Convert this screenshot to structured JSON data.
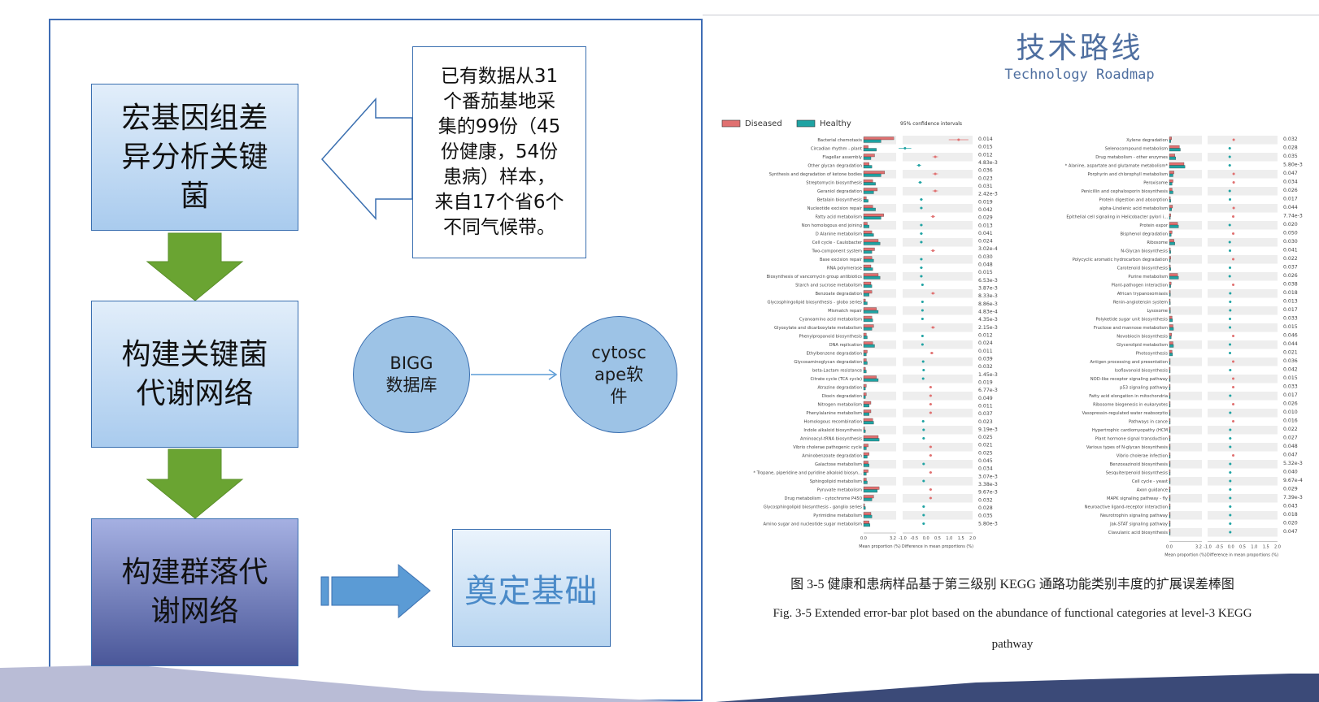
{
  "flow": {
    "box1_lines": [
      "宏基因组差",
      "异分析关键",
      "菌"
    ],
    "box2_lines": [
      "构建关键菌",
      "代谢网络"
    ],
    "box3_lines": [
      "构建群落代",
      "谢网络"
    ],
    "info_lines": [
      "已有数据从31",
      "个番茄基地采",
      "集的99份（45",
      "份健康，54份",
      "患病）样本，",
      "来自17个省6个",
      "不同气候带。"
    ],
    "circle1_lines": [
      "BIGG",
      "数据库"
    ],
    "circle2_lines": [
      "cytosc",
      "ape软",
      "件"
    ],
    "final_label": "奠定基础",
    "colors": {
      "arrow_green": "#6aa432",
      "arrow_blue": "#5b9bd5",
      "border": "#3a6fb0"
    }
  },
  "header": {
    "title": "技术路线",
    "subtitle": "Technology Roadmap"
  },
  "figure": {
    "caption_cn": "图 3-5 健康和患病样品基于第三级别 KEGG 通路功能类别丰度的扩展误差棒图",
    "caption_en": "Fig. 3-5 Extended error-bar plot based on the abundance of functional categories at level-3 KEGG",
    "caption_en2": "pathway"
  },
  "chart_data": {
    "type": "bar",
    "legend": {
      "diseased": "Diseased",
      "healthy": "Healthy",
      "ci": "95% confidence intervals",
      "placement": "top-left"
    },
    "colors": {
      "diseased": "#e07070",
      "healthy": "#1fa3a3"
    },
    "xlabel_bars": "Mean proportion (%)",
    "xlabel_diff": "Difference in mean proportions (%)",
    "bar_ticks": [
      "0.0",
      "3.2"
    ],
    "bar_range": [
      0,
      3.2
    ],
    "diff_ticks": [
      "-1.0",
      "-0.5",
      "0.0",
      "0.5",
      "1.0",
      "1.5",
      "2.0"
    ],
    "diff_range": [
      -1.0,
      2.0
    ],
    "panels": [
      {
        "rows": [
          [
            "Bacterial chemotaxis",
            3.3,
            1.9,
            1.4
          ],
          [
            "Circadian rhythm - plant",
            0.5,
            1.4,
            -0.9
          ],
          [
            "Flagellar assembly",
            1.2,
            0.8,
            0.4
          ],
          [
            "Other glycan degradation",
            0.6,
            0.9,
            -0.3
          ],
          [
            "Synthesis and degradation of ketone bodies",
            2.3,
            1.9,
            0.4
          ],
          [
            "Streptomycin biosynthesis",
            1.0,
            1.3,
            -0.25
          ],
          [
            "Geraniol degradation",
            1.5,
            1.1,
            0.4
          ],
          [
            "Betalain biosynthesis",
            0.3,
            0.5,
            -0.2
          ],
          [
            "Nucleotide excision repair",
            1.0,
            1.3,
            -0.2
          ],
          [
            "Fatty acid metabolism",
            2.2,
            1.9,
            0.3
          ],
          [
            "Non homologous end joining",
            0.4,
            0.6,
            -0.2
          ],
          [
            "D Alanine metabolism",
            0.9,
            1.1,
            -0.2
          ],
          [
            "Cell cycle - Caulobacter",
            1.6,
            1.8,
            -0.2
          ],
          [
            "Two-component system",
            1.2,
            0.9,
            0.3
          ],
          [
            "Base excision repair",
            0.9,
            1.1,
            -0.2
          ],
          [
            "RNA polymerase",
            0.8,
            1.0,
            -0.2
          ],
          [
            "Biosynthesis of vancomycin group antibiotics",
            1.6,
            1.8,
            -0.2
          ],
          [
            "Starch and sucrose metabolism",
            0.8,
            0.9,
            -0.15
          ],
          [
            "Benzoate degradation",
            0.9,
            0.6,
            0.3
          ],
          [
            "Glycosphingolipid biosynthesis - globo series",
            0.2,
            0.4,
            -0.15
          ],
          [
            "Mismatch repair",
            1.4,
            1.6,
            -0.15
          ],
          [
            "Cyanoamino acid metabolism",
            0.9,
            1.0,
            -0.15
          ],
          [
            "Glyoxylate and dicarboxylate metabolism",
            1.1,
            0.9,
            0.3
          ],
          [
            "Phenylpropanoid biosynthesis",
            0.3,
            0.4,
            -0.15
          ],
          [
            "DNA replication",
            1.0,
            1.2,
            -0.15
          ],
          [
            "Ethylbenzene degradation",
            0.4,
            0.3,
            0.25
          ],
          [
            "Glycosaminoglycan degradation",
            0.3,
            0.4,
            -0.12
          ],
          [
            "beta-Lactam resistance",
            0.2,
            0.3,
            -0.1
          ],
          [
            "Citrate cycle (TCA cycle)",
            1.4,
            1.6,
            -0.12
          ],
          [
            "Atrazine degradation",
            0.3,
            0.2,
            0.2
          ],
          [
            "Dioxin degradation",
            0.3,
            0.2,
            0.2
          ],
          [
            "Nitrogen metabolism",
            0.8,
            0.6,
            0.2
          ],
          [
            "Phenylalanine metabolism",
            0.8,
            0.6,
            0.2
          ],
          [
            "Homologous recombination",
            1.0,
            1.1,
            -0.12
          ],
          [
            "Indole alkaloid biosynthesis",
            0.1,
            0.2,
            -0.1
          ],
          [
            "Aminoacyl-tRNA biosynthesis",
            1.6,
            1.7,
            -0.1
          ],
          [
            "Vibrio cholerae pathogenic cycle",
            0.5,
            0.3,
            0.2
          ],
          [
            "Aminobenzoate degradation",
            0.6,
            0.4,
            0.2
          ],
          [
            "Galactose metabolism",
            0.5,
            0.6,
            -0.1
          ],
          [
            "* Tropane, piperidine and pyridine alkaloid biosyn...",
            0.5,
            0.3,
            0.2
          ],
          [
            "Sphingolipid metabolism",
            0.3,
            0.4,
            -0.1
          ],
          [
            "Pyruvate metabolism",
            1.7,
            1.5,
            0.2
          ],
          [
            "Drug metabolism - cytochrome P450",
            1.1,
            0.9,
            0.2
          ],
          [
            "Glycosphingolipid biosynthesis - ganglio series",
            0.1,
            0.2,
            -0.1
          ],
          [
            "Pyrimidine metabolism",
            0.8,
            0.9,
            -0.1
          ],
          [
            "Amino sugar and nucleotide sugar metabolism",
            0.6,
            0.7,
            -0.1
          ]
        ],
        "p_values": [
          "0.014",
          "0.015",
          "0.012",
          "4.83e-3",
          "0.036",
          "0.023",
          "0.031",
          "2.42e-3",
          "0.019",
          "0.042",
          "0.029",
          "0.013",
          "0.041",
          "0.024",
          "3.02e-4",
          "0.030",
          "0.048",
          "0.015",
          "6.53e-3",
          "3.87e-3",
          "8.33e-3",
          "8.86e-3",
          "4.83e-4",
          "4.35e-3",
          "2.15e-3",
          "0.012",
          "0.024",
          "0.011",
          "0.039",
          "0.032",
          "1.45e-3",
          "0.019",
          "6.77e-3",
          "0.049",
          "0.011",
          "0.037",
          "0.023",
          "9.19e-3",
          "0.025",
          "0.021",
          "0.025",
          "0.045",
          "0.034",
          "3.07e-3",
          "3.38e-3",
          "9.67e-3",
          "0.032",
          "0.028",
          "0.035",
          "5.80e-3"
        ]
      },
      {
        "rows": [
          [
            "Xylene degradation",
            0.25,
            0.15,
            0.12
          ],
          [
            "Selenocompound metabolism",
            1.1,
            1.2,
            -0.05
          ],
          [
            "Drug metabolism - other enzymes",
            0.6,
            0.7,
            -0.05
          ],
          [
            "* Alanine, aspartate and glutamate metabolism*",
            1.6,
            1.7,
            -0.05
          ],
          [
            "Porphyrin and chlorophyll metabolism",
            0.5,
            0.4,
            0.12
          ],
          [
            "Peroxisome",
            0.4,
            0.3,
            0.12
          ],
          [
            "Penicillin and cephalosporin biosynthesis",
            0.3,
            0.4,
            -0.05
          ],
          [
            "Protein digestion and absorption",
            0.1,
            0.15,
            -0.04
          ],
          [
            "alpha-Linolenic acid metabolism",
            0.35,
            0.25,
            0.12
          ],
          [
            "Epithelial cell signaling in Helicobacter pylori i...",
            0.15,
            0.1,
            0.1
          ],
          [
            "Protein expor",
            0.9,
            1.0,
            -0.05
          ],
          [
            "Bisphenol degradation",
            0.3,
            0.2,
            0.1
          ],
          [
            "Ribosome",
            0.5,
            0.6,
            -0.05
          ],
          [
            "N-Glycan biosynthesis",
            0.1,
            0.15,
            -0.04
          ],
          [
            "Polycyclic aromatic hydrocarbon degradation",
            0.15,
            0.1,
            0.1
          ],
          [
            "Carotenoid biosynthesis",
            0.1,
            0.15,
            -0.04
          ],
          [
            "Purine metabolism",
            0.9,
            1.0,
            -0.05
          ],
          [
            "Plant-pathogen interaction",
            0.2,
            0.15,
            0.1
          ],
          [
            "African trypanosomiasis",
            0.1,
            0.12,
            -0.03
          ],
          [
            "Renin-angiotensin system",
            0.08,
            0.1,
            -0.03
          ],
          [
            "Lysosome",
            0.1,
            0.12,
            -0.03
          ],
          [
            "Polyketide sugar unit biosynthesis",
            0.3,
            0.35,
            -0.04
          ],
          [
            "Fructose and mannose metabolism",
            0.4,
            0.45,
            -0.04
          ],
          [
            "Novobiocin biosynthesis",
            0.25,
            0.2,
            0.1
          ],
          [
            "Glycerolipid metabolism",
            0.4,
            0.45,
            -0.04
          ],
          [
            "Photosynthesis",
            0.3,
            0.35,
            -0.04
          ],
          [
            "Antigen processing and presentation",
            0.05,
            0.03,
            0.1
          ],
          [
            "Isoflavonoid biosynthesis",
            0.03,
            0.05,
            -0.03
          ],
          [
            "NOD-like receptor signaling pathway",
            0.05,
            0.03,
            0.1
          ],
          [
            "p53 signaling pathway",
            0.05,
            0.03,
            0.1
          ],
          [
            "Fatty acid elongation in mitochondria",
            0.05,
            0.06,
            -0.03
          ],
          [
            "Ribosome biogenesis in eukaryotes",
            0.04,
            0.03,
            0.1
          ],
          [
            "Vasopressin-regulated water reabsorptio",
            0.04,
            0.05,
            -0.03
          ],
          [
            "Pathways in cance",
            0.04,
            0.03,
            0.1
          ],
          [
            "Hypertrophic cardiomyopathy (HCM",
            0.04,
            0.05,
            -0.03
          ],
          [
            "Plant hormone signal transduction",
            0.04,
            0.05,
            -0.03
          ],
          [
            "Various types of N-glycan biosynthesis",
            0.04,
            0.05,
            -0.03
          ],
          [
            "Vibrio cholerae infection",
            0.04,
            0.03,
            0.1
          ],
          [
            "Benzoxazinoid biosynthesis",
            0.04,
            0.05,
            -0.03
          ],
          [
            "Sesquiterpenoid biosynthesis",
            0.04,
            0.05,
            -0.03
          ],
          [
            "Cell cycle - yeast",
            0.04,
            0.05,
            -0.03
          ],
          [
            "Axon guidance",
            0.04,
            0.05,
            -0.03
          ],
          [
            "MAPK signaling pathway - fly",
            0.04,
            0.05,
            -0.03
          ],
          [
            "Neuroactive ligand-receptor interaction",
            0.04,
            0.05,
            -0.03
          ],
          [
            "Neurotrophin signaling pathway",
            0.04,
            0.05,
            -0.03
          ],
          [
            "Jak-STAT signaling pathway",
            0.04,
            0.05,
            -0.03
          ],
          [
            "Clavulanic acid biosynthesis",
            0.04,
            0.05,
            -0.03
          ]
        ],
        "p_values": [
          "0.032",
          "0.028",
          "0.035",
          "5.80e-3",
          "0.047",
          "0.034",
          "0.026",
          "0.017",
          "0.044",
          "7.74e-3",
          "0.020",
          "0.050",
          "0.030",
          "0.041",
          "0.022",
          "0.037",
          "0.026",
          "0.038",
          "0.018",
          "0.013",
          "0.017",
          "0.033",
          "0.015",
          "0.046",
          "0.044",
          "0.021",
          "0.036",
          "0.042",
          "0.015",
          "0.033",
          "0.017",
          "0.026",
          "0.010",
          "0.016",
          "0.022",
          "0.027",
          "0.048",
          "0.047",
          "5.32e-3",
          "0.040",
          "9.67e-4",
          "0.029",
          "7.39e-3",
          "0.043",
          "0.018",
          "0.020",
          "0.047"
        ]
      }
    ]
  }
}
